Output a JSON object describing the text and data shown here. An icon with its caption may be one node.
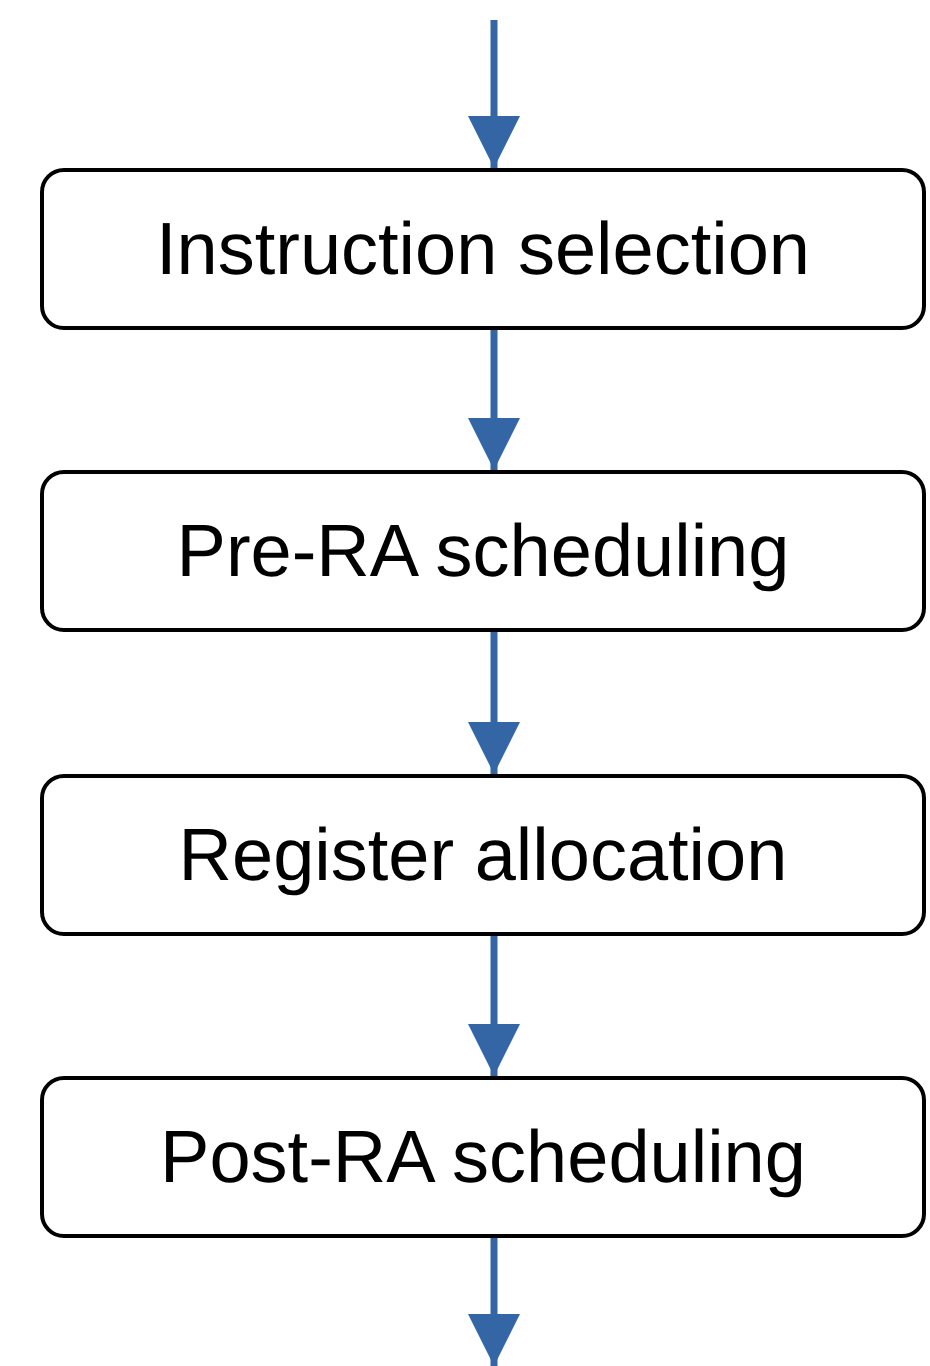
{
  "diagram": {
    "nodes": [
      {
        "text": [
          "Instruction selection"
        ]
      },
      {
        "text": [
          "Pre-RA scheduling"
        ]
      },
      {
        "text": [
          "Register allocation"
        ]
      },
      {
        "text": [
          "Post-RA scheduling"
        ]
      }
    ],
    "edges": [
      {
        "from": null,
        "to": 0,
        "arrow": "to"
      },
      {
        "from": 0,
        "to": 1,
        "arrow": "to"
      },
      {
        "from": 1,
        "to": 2,
        "arrow": "to"
      },
      {
        "from": 2,
        "to": 3,
        "arrow": "to"
      },
      {
        "from": 3,
        "to": null,
        "arrow": "to"
      }
    ]
  }
}
